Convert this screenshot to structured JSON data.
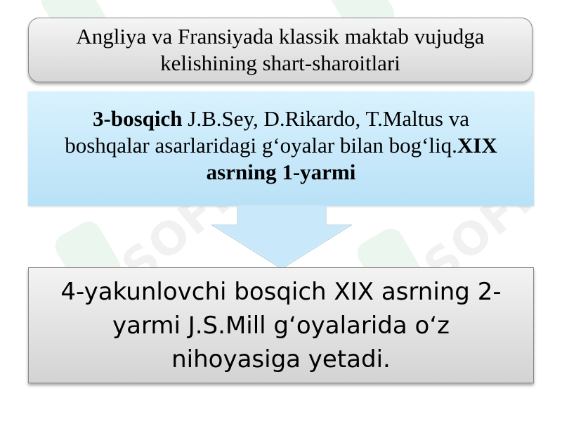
{
  "top_box": {
    "text": "Angliya va Fransiyada klassik maktab vujudga kelishining shart-sharoitlari"
  },
  "middle_box": {
    "stage_label": "3-bosqich",
    "body_text": " J.B.Sey,  D.Rikardo, T.Maltus va boshqalar asarlaridagi g‘oyalar bilan bog‘liq.",
    "period_text": "XIX asrning 1-yarmi"
  },
  "bottom_box": {
    "text": "4-yakunlovchi bosqich XIX asrning 2-yarmi J.S.Mill g‘oyalarida o‘z nihoyasiga yetadi."
  },
  "watermark": {
    "text": "SOFF"
  },
  "colors": {
    "top_box_fill": "#e6e6e6",
    "middle_box_fill": "#c9e9fb",
    "arrow_fill": "#c9e9fb",
    "bottom_box_fill": "#e3e3e3",
    "border": "#8a8a8a"
  }
}
